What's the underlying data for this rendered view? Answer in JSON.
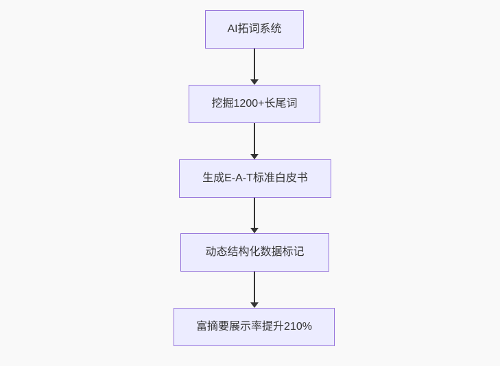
{
  "diagram": {
    "type": "flowchart",
    "direction": "top-down",
    "nodes": [
      {
        "label": "AI拓词系统"
      },
      {
        "label": "挖掘1200+长尾词"
      },
      {
        "label": "生成E-A-T标准白皮书"
      },
      {
        "label": "动态结构化数据标记"
      },
      {
        "label": "富摘要展示率提升210%"
      }
    ],
    "edges": [
      {
        "from": 0,
        "to": 1
      },
      {
        "from": 1,
        "to": 2
      },
      {
        "from": 2,
        "to": 3
      },
      {
        "from": 3,
        "to": 4
      }
    ],
    "colors": {
      "background": "#f9f9f9",
      "node_fill": "#ECECFF",
      "node_border": "#9370DB",
      "arrow": "#333333",
      "text": "#333333"
    }
  }
}
